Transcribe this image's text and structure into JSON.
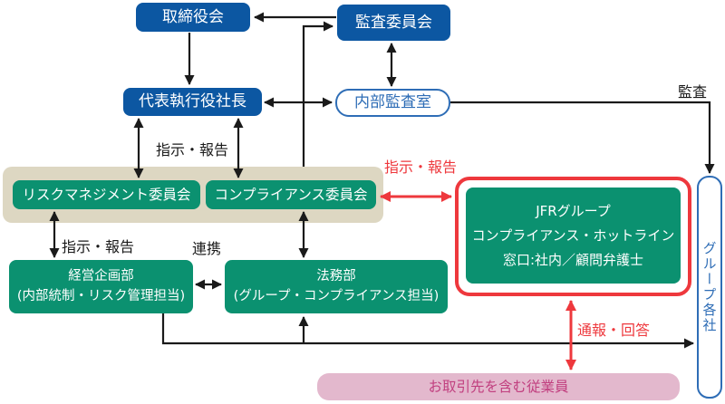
{
  "diagram": {
    "nodes": {
      "board_of_directors": {
        "label": "取締役会"
      },
      "audit_committee": {
        "label": "監査委員会"
      },
      "president": {
        "label": "代表執行役社長"
      },
      "internal_audit_office": {
        "label": "内部監査室"
      },
      "risk_management_committee": {
        "label": "リスクマネジメント委員会"
      },
      "compliance_committee": {
        "label": "コンプライアンス委員会"
      },
      "corporate_planning_dept": {
        "label": "経営企画部\n(内部統制・リスク管理担当)"
      },
      "legal_dept": {
        "label": "法務部\n(グループ・コンプライアンス担当)"
      },
      "hotline": {
        "label": "JFRグループ\nコンプライアンス・ホットライン\n窓口:社内／顧問弁護士"
      },
      "group_companies": {
        "label": "グループ各社"
      },
      "employees": {
        "label": "お取引先を含む従業員"
      }
    },
    "edge_labels": {
      "instruction_report_top": "指示・報告",
      "instruction_report_left": "指示・報告",
      "instruction_report_red": "指示・報告",
      "cooperation": "連携",
      "audit": "監査",
      "report_response": "通報・回答"
    },
    "colors": {
      "navy": "#0c57a2",
      "blue_outline": "#2e6db6",
      "green": "#0b9170",
      "beige": "#ddd7c2",
      "red": "#ee383d",
      "pink_bg": "#e3b8cd",
      "pink_text": "#c13f7f",
      "line": "#1a1a1a"
    }
  }
}
